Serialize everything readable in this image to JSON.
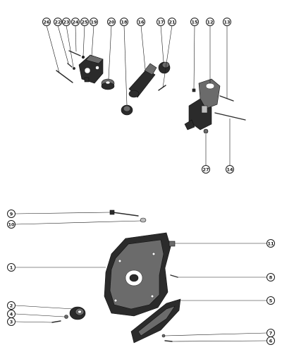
{
  "callouts": {
    "top_row": [
      "26",
      "22",
      "23",
      "24",
      "25",
      "19",
      "20",
      "18",
      "16",
      "17",
      "21",
      "15",
      "12",
      "13"
    ],
    "c27": "27",
    "c14": "14",
    "lower_left": [
      "9",
      "10",
      "1",
      "2",
      "4",
      "3"
    ],
    "lower_right": [
      "11",
      "8",
      "5",
      "7",
      "6"
    ]
  },
  "colors": {
    "ink": "#1a1a1a",
    "background": "#ffffff",
    "part_dark": "#2b2b2b",
    "part_mid": "#6b6b6b"
  }
}
